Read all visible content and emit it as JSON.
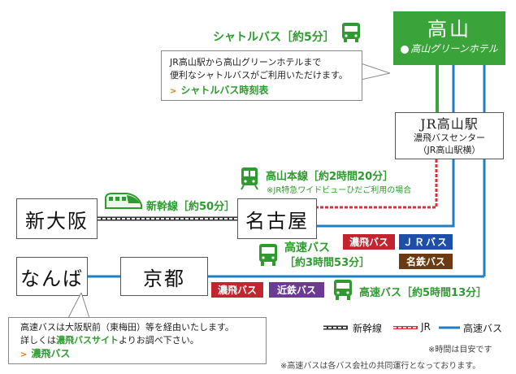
{
  "colors": {
    "accent_green": "#2f9a2f",
    "hotel_bg": "#3aa33a",
    "express_bus_blue": "#1f7fc6",
    "jr_red": "#d8313a",
    "nohi_bus": "#c4242f",
    "jr_bus": "#1d4fa8",
    "meitetsu_bus": "#6b3a12",
    "kintetsu_bus": "#6b3a92"
  },
  "hotel": {
    "title": "高山",
    "subtitle": "高山グリーンホテル"
  },
  "shuttle": {
    "label": "シャトルバス［約5分］",
    "callout_line1": "JR高山駅から高山グリーンホテルまで",
    "callout_line2": "便利なシャトルバスがご利用いただけます。",
    "link": "シャトルバス時刻表"
  },
  "station": {
    "title": "JR高山駅",
    "line2": "濃飛バスセンター",
    "line3": "（JR高山駅横）"
  },
  "takayama_line": {
    "label": "高山本線［約2時間20分］",
    "note": "※JR特急ワイドビューひだご利用の場合"
  },
  "shinkansen": {
    "label": "新幹線［約50分］"
  },
  "cities": {
    "shin_osaka": "新大阪",
    "nagoya": "名古屋",
    "namba": "なんば",
    "kyoto": "京都"
  },
  "nagoya_bus": {
    "label1": "高速バス",
    "label2": "［約3時間53分］",
    "badge_nohi": "濃飛バス",
    "badge_jr": "ＪＲバス",
    "badge_meitetsu": "名鉄バス"
  },
  "kyoto_bus": {
    "badge_nohi": "濃飛バス",
    "badge_kintetsu": "近鉄バス",
    "label": "高速バス［約5時間13分］"
  },
  "namba_callout": {
    "line1": "高速バスは大阪駅前（東梅田）等を経由いたします。",
    "line2_pre": "詳しくは",
    "line2_link": "濃飛バスサイト",
    "line2_post": "よりお調べ下さい。",
    "link": "濃飛バス"
  },
  "legend": {
    "shinkansen": "新幹線",
    "jr": "JR",
    "express_bus": "高速バス"
  },
  "notes": {
    "time_note": "※時間は目安です",
    "joint_note": "※高速バスは各バス会社の共同運行となっております。"
  }
}
